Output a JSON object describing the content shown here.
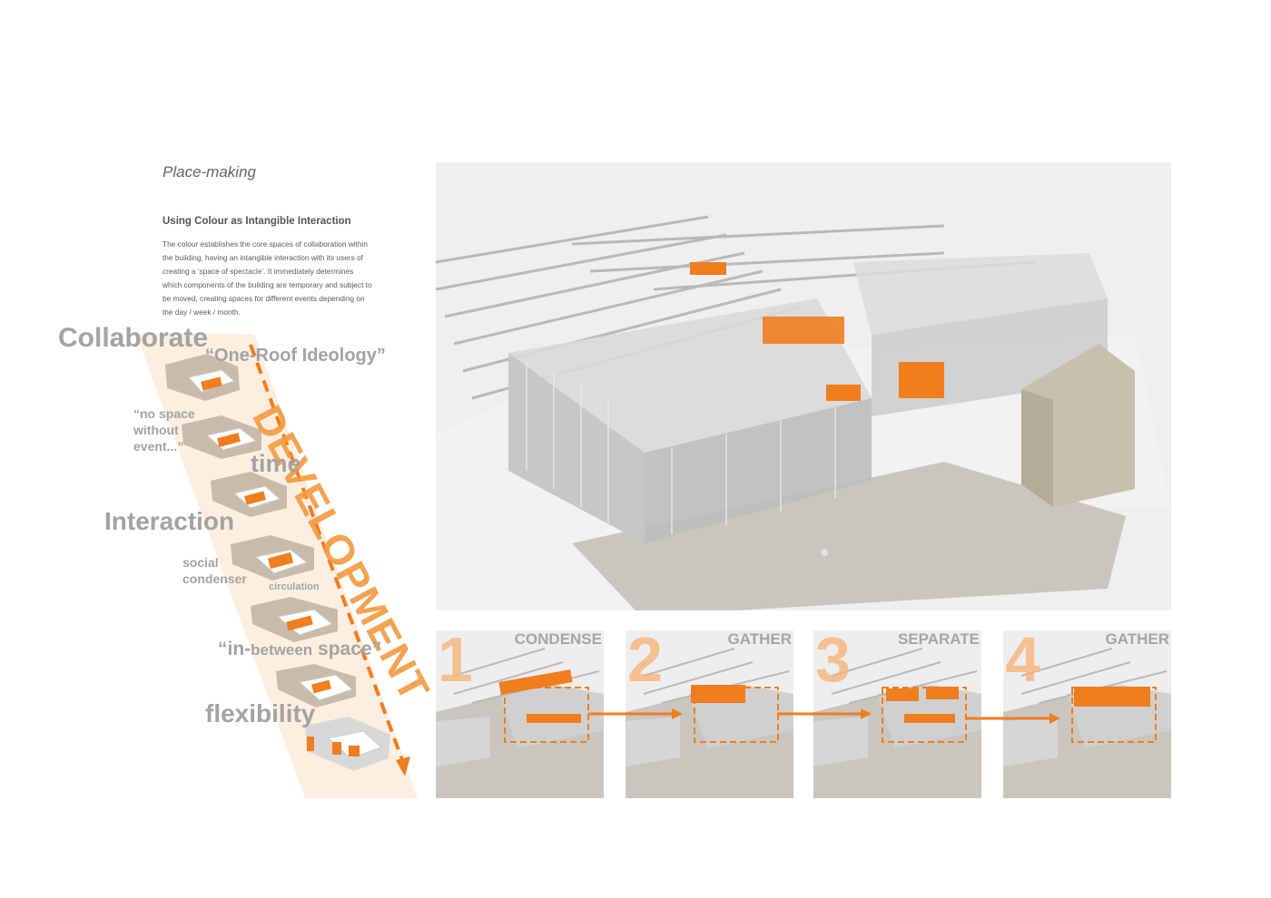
{
  "header": {
    "title": "Place-making",
    "subtitle": "Using Colour as Intangible Interaction",
    "body": "The colour establishes the core spaces of collaboration within the building, having an intangible interaction with its users of creating a ‘space of spectacle’. It immediately determines which components of the building are temporary and subject to be moved, creating spaces for different events depending on the day / week / month."
  },
  "diagram": {
    "collaborate": "Collaborate",
    "one_roof": "“One-Roof Ideology”",
    "no_space_1": "“no space",
    "no_space_2": "without",
    "no_space_3": "event...”",
    "time": "time",
    "interaction": "Interaction",
    "social": "social",
    "condenser": "condenser",
    "circulation": "circulation",
    "inbetween_open": "“in-",
    "inbetween_small": "between",
    "inbetween_close": " space”",
    "flexibility": "flexibility",
    "development": "DEVELOPMENT"
  },
  "steps": [
    {
      "num": "1",
      "label": "CONDENSE"
    },
    {
      "num": "2",
      "label": "GATHER"
    },
    {
      "num": "3",
      "label": "SEPARATE"
    },
    {
      "num": "4",
      "label": "GATHER"
    }
  ],
  "colors": {
    "accent": "#f07d1e",
    "band": "#fdeee0",
    "label_grey": "#a3a3a3"
  }
}
